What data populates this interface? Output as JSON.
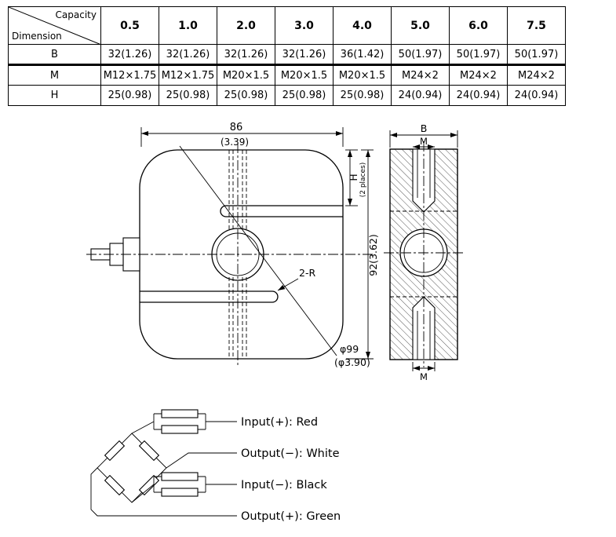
{
  "spec_table": {
    "corner_top": "Capacity",
    "corner_bottom": "Dimension",
    "capacities": [
      "0.5",
      "1.0",
      "2.0",
      "3.0",
      "4.0",
      "5.0",
      "6.0",
      "7.5"
    ],
    "rows": [
      {
        "label": "B",
        "values": [
          "32(1.26)",
          "32(1.26)",
          "32(1.26)",
          "32(1.26)",
          "36(1.42)",
          "50(1.97)",
          "50(1.97)",
          "50(1.97)"
        ]
      },
      {
        "label": "M",
        "values": [
          "M12×1.75",
          "M12×1.75",
          "M20×1.5",
          "M20×1.5",
          "M20×1.5",
          "M24×2",
          "M24×2",
          "M24×2"
        ]
      },
      {
        "label": "H",
        "values": [
          "25(0.98)",
          "25(0.98)",
          "25(0.98)",
          "25(0.98)",
          "25(0.98)",
          "24(0.94)",
          "24(0.94)",
          "24(0.94)"
        ]
      }
    ]
  },
  "front_view": {
    "width_mm": "86",
    "width_in": "(3.39)",
    "beam_height_label": "H",
    "beam_height_note": "(2 places)",
    "height_label": "92(3.62)",
    "slot_radius_label": "2-R",
    "diameter_mm": "φ99",
    "diameter_in": "(φ3.90)"
  },
  "side_view": {
    "width_label": "B",
    "thread_label_top": "M",
    "thread_label_bottom": "M"
  },
  "wiring": {
    "leads": [
      {
        "label": "Input(+): Red"
      },
      {
        "label": "Output(−): White"
      },
      {
        "label": "Input(−): Black"
      },
      {
        "label": "Output(+): Green"
      }
    ]
  }
}
